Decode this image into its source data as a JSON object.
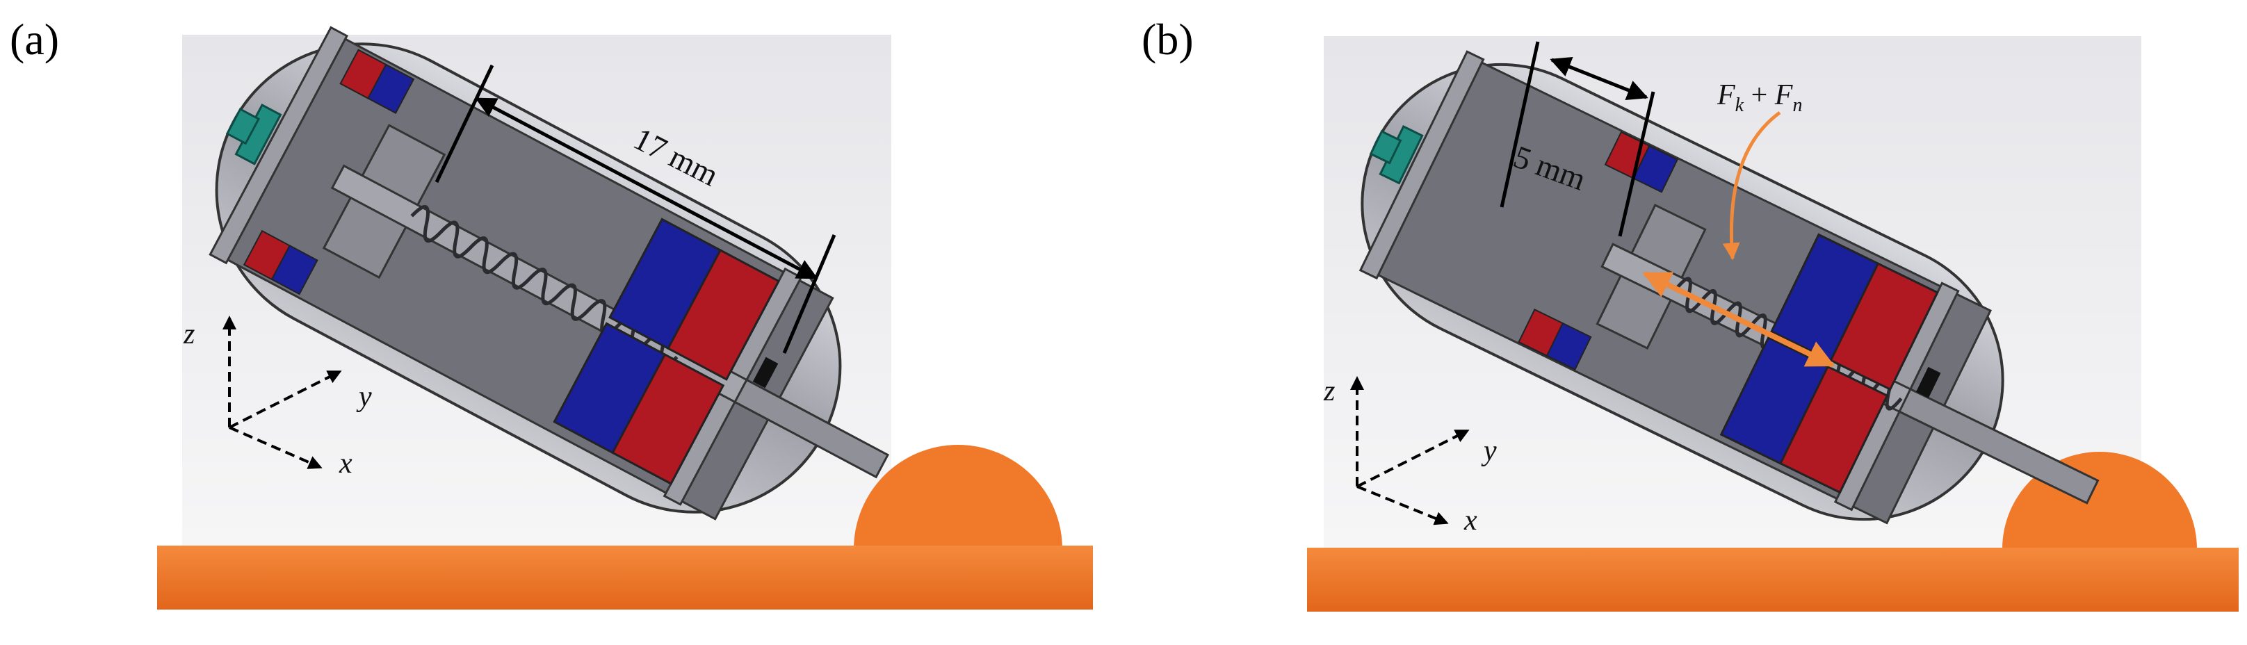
{
  "panels": [
    {
      "label": "(a)",
      "dimension_label": "17 mm",
      "axes": {
        "z": "z",
        "y": "y",
        "x": "x"
      }
    },
    {
      "label": "(b)",
      "dimension_label": "5 mm",
      "force_label": "F_k + F_n",
      "force_label_parts": {
        "Fk_main": "F",
        "Fk_sub": "k",
        "plus": " + ",
        "Fn_main": "F",
        "Fn_sub": "n"
      },
      "axes": {
        "z": "z",
        "y": "y",
        "x": "x"
      }
    }
  ],
  "colors": {
    "ground": "#f07a2a",
    "obstacle": "#f07a2a",
    "capsule_shell": "#b8b9c0",
    "capsule_body": "#6e6f78",
    "magnet_red": "#b01822",
    "magnet_blue": "#1a1f9a",
    "teal_part": "#1f8e80",
    "force_arrow": "#f08a3a",
    "background_box": "#e8e8ea"
  },
  "icons": [
    "spring",
    "capsule-robot",
    "axis-triad"
  ]
}
